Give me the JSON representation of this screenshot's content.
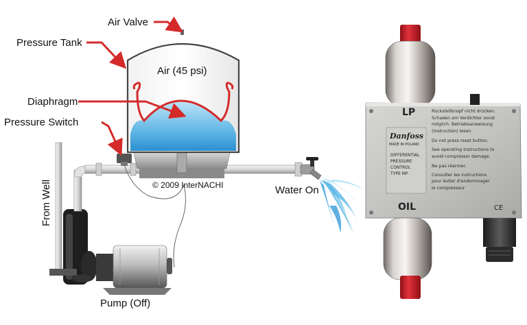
{
  "labels": {
    "air_valve": "Air Valve",
    "pressure_tank": "Pressure Tank",
    "air": "Air (45 psi)",
    "diaphragm": "Diaphragm",
    "pressure_switch": "Pressure Switch",
    "from_well": "From Well",
    "copyright": "© 2009 InterNACHI",
    "water_on": "Water On",
    "pump": "Pump (Off)"
  },
  "device": {
    "lp": "LP",
    "oil": "OIL",
    "brand": "Danfoss",
    "made_in": "MADE IN POLAND",
    "text_lines": [
      "DIFFERENTIAL",
      "PRESSURE",
      "CONTROL",
      "TYPE MP"
    ],
    "notes": [
      "Rückstellknopf nicht drücken.",
      "Schaden am Verdichter sonst",
      "möglich. Betriebsanweisung",
      "(Instruction) lesen.",
      "Do not press reset button.",
      "See operating instructions to",
      "avoid compressor damage.",
      "Ne pas réarmer.",
      "Consulter les instructions",
      "pour éviter d'endommager",
      "le compresseur"
    ],
    "ce": "CE"
  },
  "colors": {
    "arrow_red": "#d42a2a",
    "water_blue": "#5bb6e6",
    "cap_red": "#d31f2a"
  }
}
